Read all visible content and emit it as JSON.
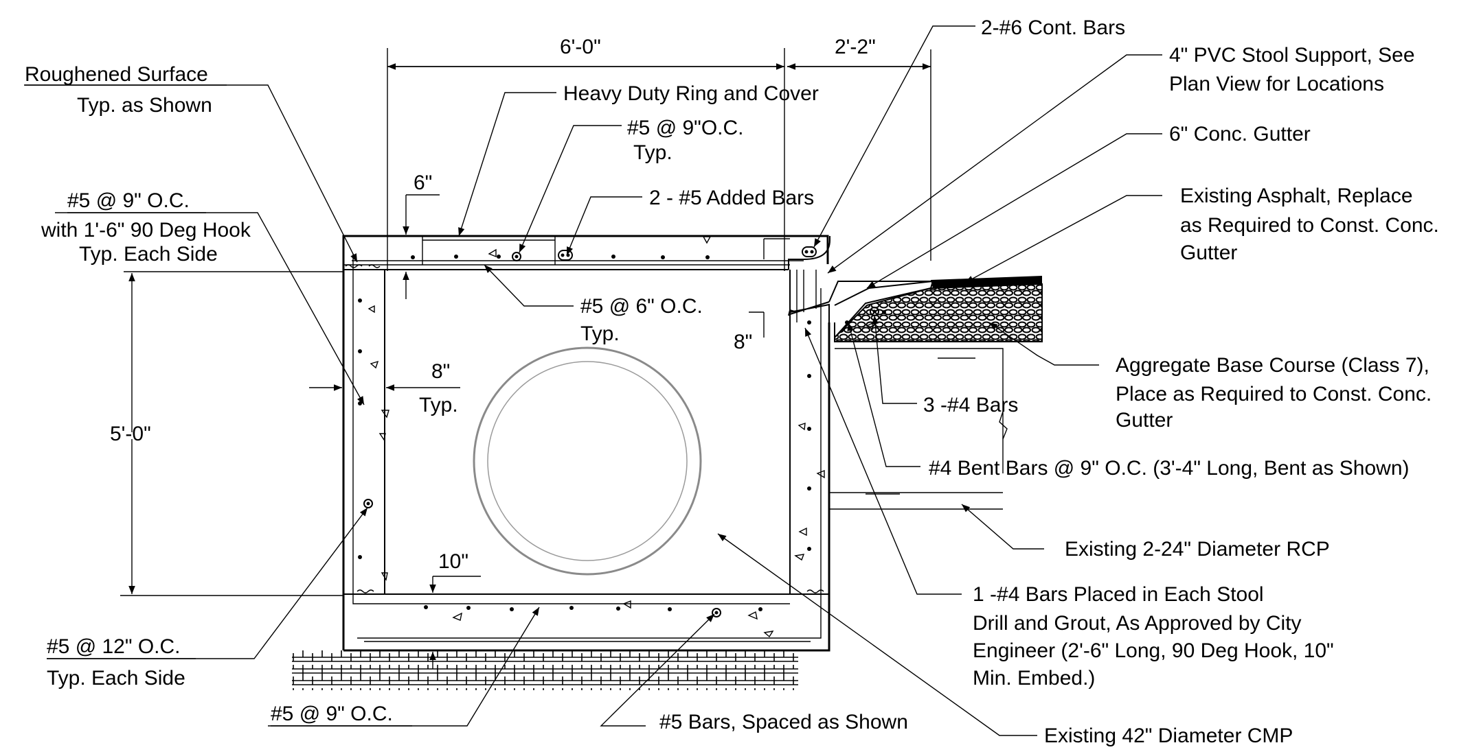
{
  "dimensions": {
    "width_top": "6'-0\"",
    "gutter_width": "2'-2\"",
    "lid_thickness": "6\"",
    "wall_thickness": "8\"",
    "wall_typ": "Typ.",
    "curb_height": "8\"",
    "height": "5'-0\"",
    "base_thickness": "10\""
  },
  "labels": {
    "roughened_1": "Roughened Surface",
    "roughened_2": "Typ. as Shown",
    "hook_1": "#5 @ 9\" O.C.",
    "hook_2": "with 1'-6\" 90 Deg Hook",
    "hook_3": "Typ. Each Side",
    "ring_cover": "Heavy Duty Ring and Cover",
    "top_bars_1": "#5 @ 9\"O.C.",
    "top_bars_2": "Typ.",
    "added_bars": "2 - #5 Added Bars",
    "lid_bottom_1": "#5 @ 6\" O.C.",
    "lid_bottom_2": "Typ.",
    "cont_bars": "2-#6 Cont. Bars",
    "pvc_1": "4\" PVC Stool Support, See",
    "pvc_2": "Plan View for Locations",
    "gutter": "6\" Conc. Gutter",
    "asphalt_1": "Existing Asphalt, Replace",
    "asphalt_2": "as Required to Const. Conc.",
    "asphalt_3": "Gutter",
    "aggregate_1": "Aggregate Base Course (Class 7),",
    "aggregate_2": "Place as Required to Const. Conc.",
    "aggregate_3": "Gutter",
    "three_bars": "3 -#4 Bars",
    "bent_bars": "#4 Bent Bars @ 9\" O.C. (3'-4\" Long, Bent as Shown)",
    "rcp": "Existing 2-24\" Diameter RCP",
    "stool_1": "1 -#4 Bars Placed in Each Stool",
    "stool_2": "Drill and Grout, As Approved by City",
    "stool_3": "Engineer (2'-6\" Long, 90 Deg Hook, 10\"",
    "stool_4": "Min. Embed.)",
    "cmp": "Existing 42\" Diameter CMP",
    "spaced_bars": "#5 Bars, Spaced as Shown",
    "side_bars_1": "#5 @ 12\" O.C.",
    "side_bars_2": "Typ. Each Side",
    "bottom_bars": "#5 @ 9\" O.C."
  }
}
